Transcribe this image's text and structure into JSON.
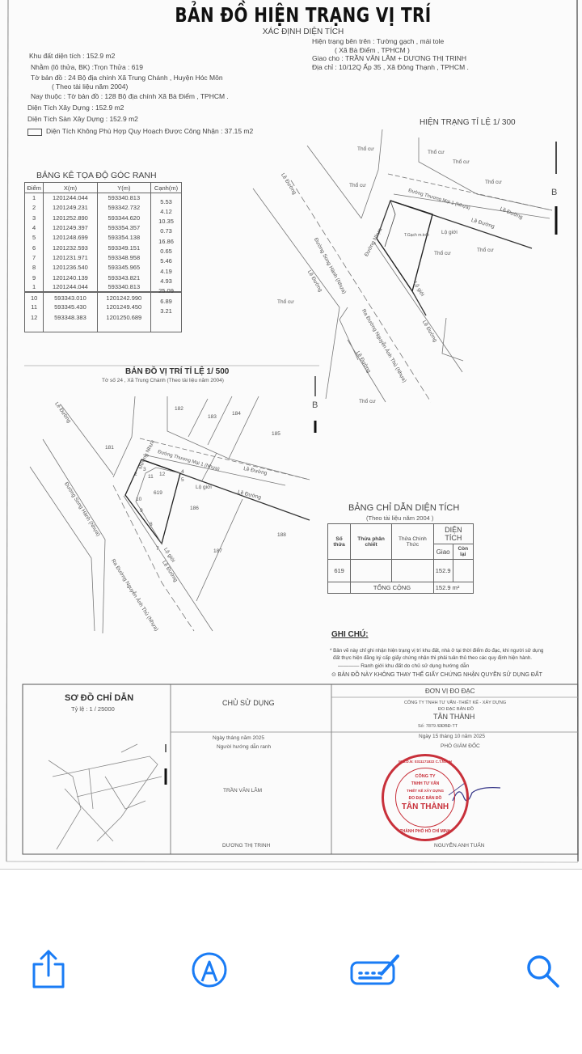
{
  "document": {
    "title": "BẢN ĐỒ HIỆN TRẠNG VỊ TRÍ",
    "subtitle": "XÁC ĐỊNH DIỆN TÍCH",
    "left_info": [
      "Khu đất diện tích : 152.9 m2",
      "Nhằm (lô thửa, BK) :Trọn Thửa : 619",
      "Tờ bản đồ : 24 Bộ địa chính Xã Trung Chánh , Huyện Hóc Môn",
      "( Theo tài liệu năm 2004)",
      "Nay thuộc : Tờ bản đồ : 128 Bộ địa chính Xã Bà Điểm , TPHCM .",
      "Diện Tích Xây Dựng : 152.9 m2",
      "Diện Tích Sàn Xây Dựng : 152.9 m2",
      "Diện Tích Không Phù Hợp Quy Hoạch Được Công Nhận : 37.15 m2"
    ],
    "right_info": [
      "Hiện trạng bên trên : Tường gạch , mái tole",
      "( Xã Bà Điểm , TPHCM )",
      "Giao cho : TRẦN VĂN LÂM + DƯƠNG THỊ TRINH",
      "Địa chỉ : 10/12Q Ấp 35 , Xã Đông Thạnh , TPHCM ."
    ],
    "coord_table": {
      "title": "BẢNG KÊ TỌA ĐỘ GÓC RANH",
      "headers": [
        "Điểm",
        "X(m)",
        "Y(m)",
        "Cạnh(m)"
      ],
      "rows": [
        [
          "1",
          "1201244.044",
          "593340.813"
        ],
        [
          "2",
          "1201249.231",
          "593342.732"
        ],
        [
          "3",
          "1201252.890",
          "593344.620"
        ],
        [
          "4",
          "1201249.397",
          "593354.357"
        ],
        [
          "5",
          "1201248.699",
          "593354.138"
        ],
        [
          "6",
          "1201232.593",
          "593349.151"
        ],
        [
          "7",
          "1201231.971",
          "593348.958"
        ],
        [
          "8",
          "1201236.540",
          "593345.965"
        ],
        [
          "9",
          "1201240.139",
          "593343.821"
        ],
        [
          "1",
          "1201244.044",
          "593340.813"
        ]
      ],
      "edges": [
        "5.53",
        "4.12",
        "10.35",
        "0.73",
        "16.86",
        "0.65",
        "5.46",
        "4.19",
        "4.93",
        "25.09"
      ],
      "rows2": [
        [
          "10",
          "593343.010",
          "1201242.990"
        ],
        [
          "11",
          "593345.430",
          "1201249.450"
        ],
        [
          "12",
          "593348.383",
          "1201250.689"
        ]
      ],
      "edges2": [
        "6.89",
        "3.21"
      ]
    },
    "map_current": {
      "title": "HIỆN TRẠNG TỈ LỆ 1/ 300",
      "labels": [
        "Thổ cư",
        "Thổ cư",
        "Thổ cư",
        "Thổ cư",
        "Thổ cư",
        "Thổ cư",
        "Thổ cư",
        "Thổ cư",
        "Thổ cư",
        "Lề Đường",
        "Đường Thương Mại 1 (Nhựa)",
        "Lề Đường",
        "Lộ giới",
        "T.Gạch m.tole",
        "Đường Nhựa",
        "Đường Song Hành (Nhựa)",
        "Lề Đường",
        "Ra Đường Nguyễn Ảnh Thủ (Nhựa)",
        "Lề Đường",
        "Lộ giới",
        "Lề Đường",
        "Lề Đường",
        "B"
      ]
    },
    "map_location": {
      "title": "BẢN ĐỒ VỊ TRÍ TỈ LỆ 1/ 500",
      "subtitle": "Tờ số 24 , Xã Trung Chánh (Theo tài liệu năm 2004)",
      "labels": [
        "182",
        "183",
        "184",
        "185",
        "181",
        "186",
        "187",
        "188",
        "619",
        "Lề Đường",
        "Đường Thương Mại 1 (Nhựa)",
        "Lề Đường",
        "Lộ giới",
        "Lề Đường",
        "Đường Nhựa",
        "Đường Song Hành (Nhựa)",
        "Ra Đường Nguyễn Ảnh Thủ (Nhựa)",
        "Lộ giới",
        "Lề Đường",
        "3",
        "2",
        "11",
        "12",
        "10",
        "9",
        "8",
        "7",
        "4",
        "5",
        "B"
      ]
    },
    "area_table": {
      "title": "BẢNG CHỈ DẪN DIỆN TÍCH",
      "subtitle": "(Theo tài liệu năm 2004 )",
      "h_so": "Số thửa",
      "h_phan": "Thửa phân chiết",
      "h_chinh": "Thửa Chính Thức",
      "h_dt": "DIỆN TÍCH",
      "h_giao": "Giao",
      "h_con": "Còn lại",
      "row_so": "619",
      "row_giao": "152.9",
      "total_label": "TỔNG CỘNG",
      "total": "152.9 m²"
    },
    "notes": {
      "title": "GHI CHÚ:",
      "lines": [
        "* Bản vẽ này chỉ ghi nhận hiện trạng vị trí khu đất, nhà ở tại thời điểm đo đạc, khi người sử dụng",
        "đất thực hiện đăng ký cấp giấy chứng nhận thì phải tuân thủ theo các quy định hiện hành.",
        "———— Ranh giới khu đất do chủ sử dụng hướng dẫn",
        "⊙ BẢN ĐỒ NÀY KHÔNG THAY THẾ GIẤY CHỨNG NHẬN QUYỀN SỬ DỤNG ĐẤT"
      ]
    },
    "footer": {
      "guide_title": "SƠ ĐỒ CHỈ DẪN",
      "guide_scale": "Tỷ lệ : 1 / 25000",
      "owner_title": "CHỦ SỬ DỤNG",
      "owner_date": "Ngày   tháng   năm 2025",
      "owner_guide": "Người hướng dẫn ranh",
      "owner1": "TRẦN VĂN LÂM",
      "owner2": "DƯƠNG THỊ TRINH",
      "unit_title": "ĐƠN VỊ ĐO ĐẠC",
      "company1": "CÔNG TY TNHH TƯ VẤN -THIẾT KẾ - XÂY DỰNG",
      "company2": "ĐO ĐẠC BẢN ĐỒ",
      "company3": "TÂN THÀNH",
      "number": "Số:     7879   /ĐĐBĐ-TT",
      "sign_date": "Ngày 15 tháng 10 năm 2025",
      "position": "PHÓ GIÁM ĐỐC",
      "signer": "NGUYỄN ANH TUẤN",
      "stamp": [
        "CÔNG TY",
        "TNHH TƯ VẤN",
        "THIẾT KẾ XÂY DỰNG",
        "ĐO ĐẠC BẢN ĐỒ",
        "TÂN THÀNH",
        "M.S.D.N: 0311171822 C.T.N.H.H",
        "THÀNH PHỐ HỒ CHÍ MINH"
      ],
      "stamp_color": "#c8303a"
    }
  },
  "toolbar": {
    "accent": "#1a7cf5",
    "icons": [
      "share-icon",
      "markup-icon",
      "caption-edit-icon",
      "search-icon"
    ]
  }
}
